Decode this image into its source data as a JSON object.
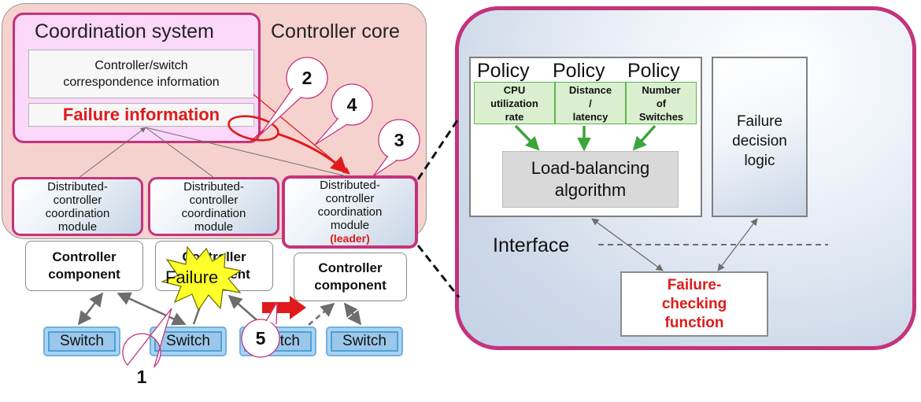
{
  "controller_core": {
    "label": "Controller core"
  },
  "coordination_system": {
    "title": "Coordination system",
    "correspondence_info": "Controller/switch\ncorrespondence information",
    "failure_info": "Failure information"
  },
  "modules": [
    {
      "label": "Distributed-\ncontroller\ncoordination\nmodule",
      "leader": ""
    },
    {
      "label": "Distributed-\ncontroller\ncoordination\nmodule",
      "leader": ""
    },
    {
      "label": "Distributed-\ncontroller\ncoordination\nmodule",
      "leader": "(leader)"
    }
  ],
  "components": [
    {
      "label": "Controller\ncomponent"
    },
    {
      "label": "Controller\ncomponent"
    },
    {
      "label": "Controller\ncomponent"
    }
  ],
  "switches": [
    "Switch",
    "Switch",
    "Switch",
    "Switch"
  ],
  "failure_burst": "Failure",
  "callouts": [
    "1",
    "2",
    "3",
    "4",
    "5"
  ],
  "detail": {
    "policies": [
      {
        "title": "Policy",
        "name": "CPU\nutilization\nrate"
      },
      {
        "title": "Policy",
        "name": "Distance\n/\nlatency"
      },
      {
        "title": "Policy",
        "name": "Number\nof\nSwitches"
      }
    ],
    "load_balancing": "Load-balancing\nalgorithm",
    "failure_decision": "Failure\ndecision\nlogic",
    "interface": "Interface",
    "failure_checking": "Failure-\nchecking\nfunction"
  },
  "colors": {
    "accent_border": "#c4337b",
    "failure_red": "#e01a1a",
    "policy_green": "#3aa53a",
    "switch_blue": "#4f9fd6",
    "burst_yellow": "#ffff2a"
  }
}
